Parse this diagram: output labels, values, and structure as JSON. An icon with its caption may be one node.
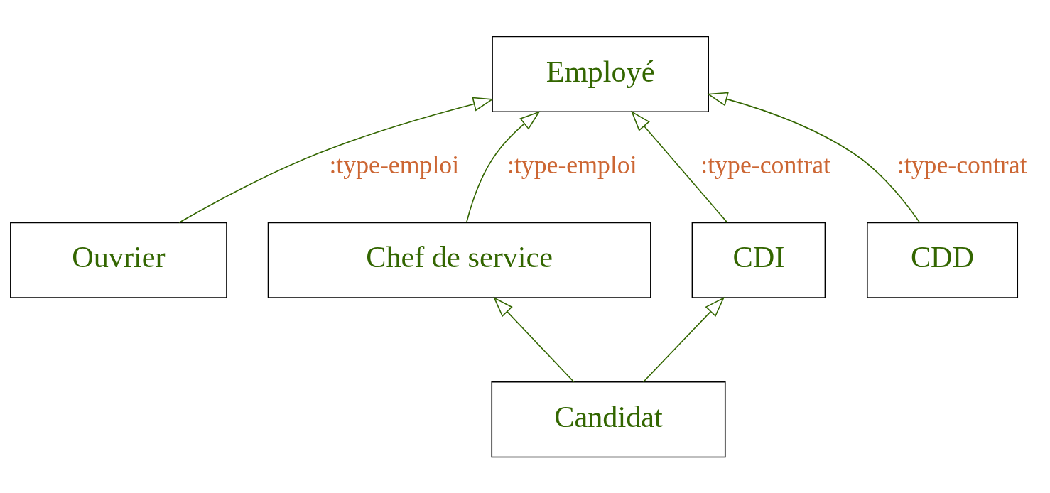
{
  "diagram": {
    "nodes": [
      {
        "text": [
          "Employé"
        ]
      },
      {
        "text": [
          "Ouvrier"
        ]
      },
      {
        "text": [
          "Chef de service"
        ]
      },
      {
        "text": [
          "CDI"
        ]
      },
      {
        "text": [
          "CDD"
        ]
      },
      {
        "text": [
          "Candidat"
        ]
      }
    ],
    "edges": [
      {
        "from": 1,
        "to": 0,
        "arrow": "to",
        "label": ":type-emploi"
      },
      {
        "from": 2,
        "to": 0,
        "arrow": "to",
        "label": ":type-emploi"
      },
      {
        "from": 3,
        "to": 0,
        "arrow": "to",
        "label": ":type-contrat"
      },
      {
        "from": 4,
        "to": 0,
        "arrow": "to",
        "label": ":type-contrat"
      },
      {
        "from": 5,
        "to": 2,
        "arrow": "to"
      },
      {
        "from": 5,
        "to": 3,
        "arrow": "to"
      }
    ]
  }
}
